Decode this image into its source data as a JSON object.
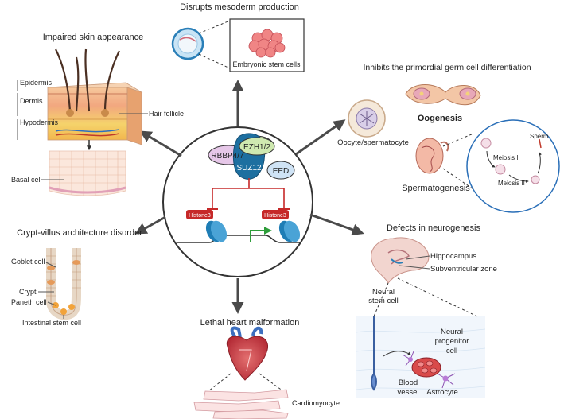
{
  "center": {
    "proteins": {
      "ezh": "EZH1/2",
      "rbbp": "RBBP4/7",
      "suz": "SUZ12",
      "eed": "EED"
    },
    "histone_left": "Histone3",
    "histone_right": "Histone3"
  },
  "mesoderm": {
    "title": "Disrupts mesoderm production",
    "cell_label": "Embryonic stem cells"
  },
  "skin": {
    "title": "Impaired skin appearance",
    "layers": [
      "Epidermis",
      "Dermis",
      "Hypodermis"
    ],
    "hair_follicle": "Hair follicle",
    "basal_cell": "Basal cell"
  },
  "germ": {
    "title": "Inhibits the primordial germ cell differentiation",
    "oogenesis": "Oogenesis",
    "oocyte": "Oocyte/spermatocyte",
    "spermatogenesis": "Spermatogenesis",
    "meiosis1": "Meiosis I",
    "meiosis2": "Meiosis II",
    "sperm": "Sperm"
  },
  "crypt": {
    "title": "Crypt-villus architecture disorder",
    "goblet": "Goblet cell",
    "crypt": "Crypt",
    "paneth": "Paneth cell",
    "stem": "Intestinal stem cell"
  },
  "heart": {
    "title": "Lethal heart malformation",
    "cardiomyocyte": "Cardiomyocyte"
  },
  "neuro": {
    "title": "Defects in neurogenesis",
    "hippocampus": "Hippocampus",
    "svz": "Subventricular zone",
    "neural_stem_1": "Neural",
    "neural_stem_2": "stem cell",
    "progenitor_1": "Neural",
    "progenitor_2": "progenitor",
    "progenitor_3": "cell",
    "blood_1": "Blood",
    "blood_2": "vessel",
    "astrocyte": "Astrocyte"
  },
  "colors": {
    "arrow": "#4a4a4a",
    "ezh": "#cfe9b0",
    "rbbp": "#e6c7e8",
    "suz": "#1d6fa0",
    "eed": "#cfe3f5",
    "histone": "#c62828",
    "nucleosome": "#1e7db5",
    "inhibit": "#c62828",
    "activate": "#2e9d3a"
  }
}
